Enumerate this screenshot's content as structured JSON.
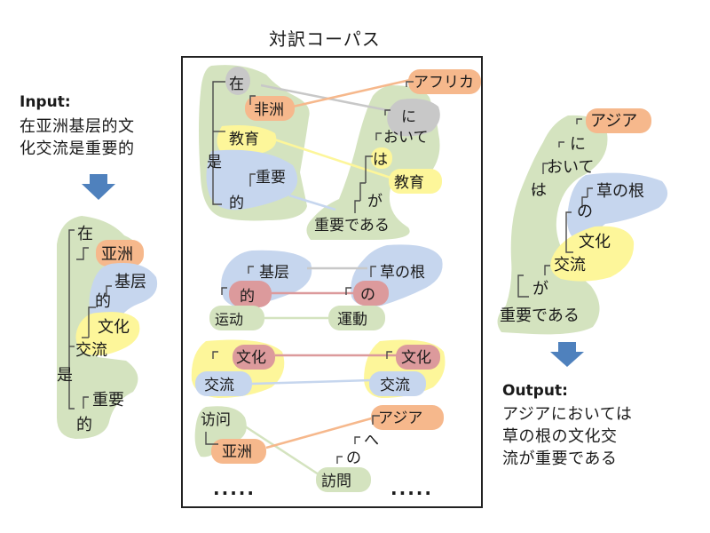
{
  "corpus_title": "対訳コーパス",
  "input": {
    "label": "Input:",
    "lines": [
      "在亚洲基层的文",
      "化交流是重要的"
    ]
  },
  "output": {
    "label": "Output:",
    "lines": [
      "アジアにおいては",
      "草の根の文化交",
      "流が重要である"
    ]
  },
  "input_tree": [
    "在",
    "亚洲",
    "基层",
    "的",
    "文化",
    "交流",
    "是",
    "重要",
    "的"
  ],
  "output_tree": [
    "アジア",
    "に",
    "おいて",
    "は",
    "草の根",
    "の",
    "文化",
    "交流",
    "が",
    "重要である"
  ],
  "corpus": {
    "pair1": {
      "zh": [
        "在",
        "非洲",
        "教育",
        "是",
        "重要",
        "的"
      ],
      "ja": [
        "アフリカ",
        "に",
        "おいて",
        "は",
        "教育",
        "が",
        "重要である"
      ]
    },
    "pair2": {
      "zh": [
        "基层",
        "的",
        "运动"
      ],
      "ja": [
        "草の根",
        "の",
        "運動"
      ]
    },
    "pair3": {
      "zh": [
        "文化",
        "交流"
      ],
      "ja": [
        "文化",
        "交流"
      ]
    },
    "pair4": {
      "zh": [
        "访问",
        "亚洲"
      ],
      "ja": [
        "アジア",
        "へ",
        "の",
        "訪問"
      ]
    },
    "ellipsis_left": "·····",
    "ellipsis_right": "·····"
  },
  "colors": {
    "green": "#d4e3bf",
    "orange": "#f6b88c",
    "blue": "#c6d6ee",
    "yellow": "#fdf69a",
    "gray": "#c8c8c8",
    "red": "#dc9a9c",
    "bracket": "#4a4a4a",
    "arrow": "#4f81bd"
  }
}
